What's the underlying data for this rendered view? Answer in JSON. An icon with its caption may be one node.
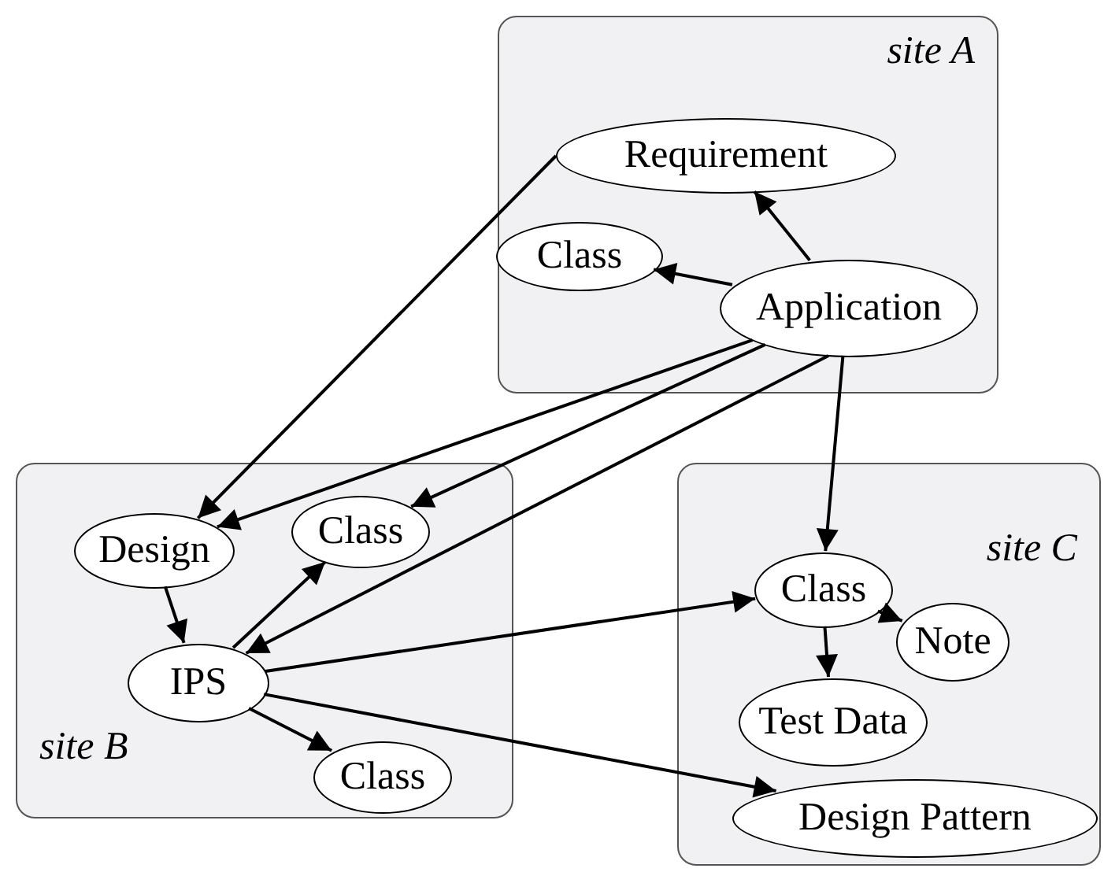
{
  "diagram": {
    "nodes": [
      {
        "text": [
          "site A"
        ]
      },
      {
        "text": [
          "Requirement"
        ],
        "in": 0
      },
      {
        "text": [
          "Class"
        ],
        "in": 0
      },
      {
        "text": [
          "Application"
        ],
        "in": 0
      },
      {
        "text": [
          "site B"
        ]
      },
      {
        "text": [
          "Design"
        ],
        "in": 4
      },
      {
        "text": [
          "Class"
        ],
        "in": 4
      },
      {
        "text": [
          "IPS"
        ],
        "in": 4
      },
      {
        "text": [
          "Class"
        ],
        "in": 4
      },
      {
        "text": [
          "site C"
        ]
      },
      {
        "text": [
          "Class"
        ],
        "in": 9
      },
      {
        "text": [
          "Note"
        ],
        "in": 9
      },
      {
        "text": [
          "Test Data"
        ],
        "in": 9
      },
      {
        "text": [
          "Design Pattern"
        ],
        "in": 9
      }
    ],
    "edges": [
      {
        "from": 1,
        "to": 5,
        "arrow": "to"
      },
      {
        "from": 3,
        "to": 1,
        "arrow": "to"
      },
      {
        "from": 3,
        "to": 2,
        "arrow": "to"
      },
      {
        "from": 3,
        "to": 5,
        "arrow": "to"
      },
      {
        "from": 3,
        "to": 6,
        "arrow": "to"
      },
      {
        "from": 3,
        "to": 7,
        "arrow": "to"
      },
      {
        "from": 3,
        "to": 10,
        "arrow": "to"
      },
      {
        "from": 5,
        "to": 7,
        "arrow": "to"
      },
      {
        "from": 7,
        "to": 6,
        "arrow": "to"
      },
      {
        "from": 7,
        "to": 8,
        "arrow": "to"
      },
      {
        "from": 7,
        "to": 10,
        "arrow": "to"
      },
      {
        "from": 7,
        "to": 13,
        "arrow": "to"
      },
      {
        "from": 10,
        "to": 11,
        "arrow": "to"
      },
      {
        "from": 10,
        "to": 12,
        "arrow": "to"
      }
    ]
  }
}
